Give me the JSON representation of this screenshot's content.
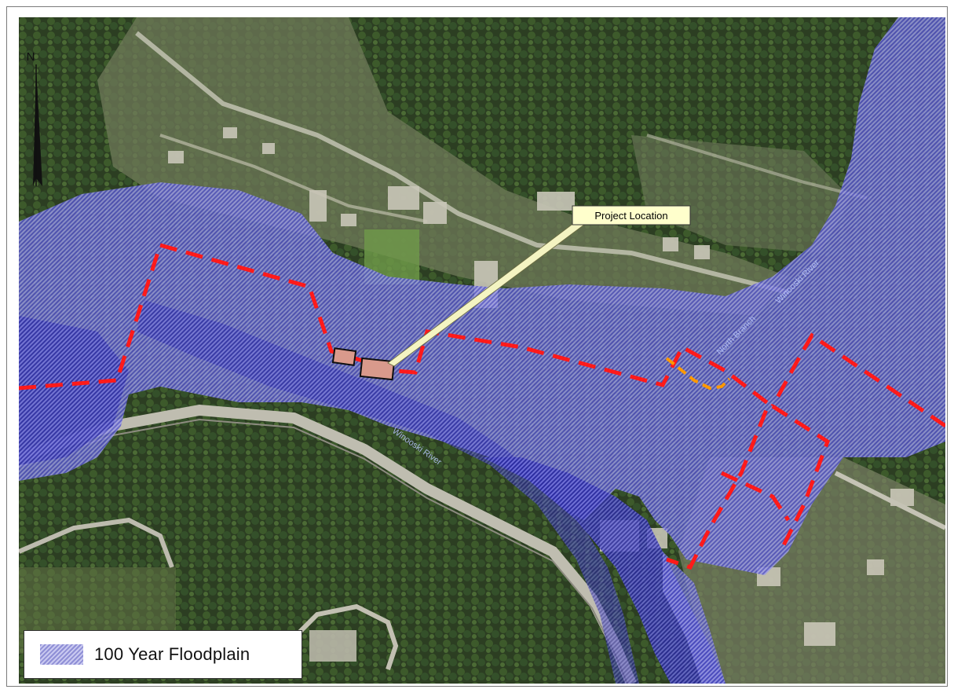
{
  "map": {
    "callout_label": "Project Location",
    "north_label": "N",
    "river_labels": {
      "north_branch": "North Branch",
      "winooski_upper": "Winooski River",
      "winooski_lower": "Winooski River"
    }
  },
  "legend": {
    "items": [
      {
        "label": "100 Year Floodplain",
        "swatch": "hatched-blue",
        "color": "#8f8fd6"
      }
    ]
  },
  "colors": {
    "floodplain": "#4e4ec8",
    "boundary": "#ff1a1a",
    "orange_line": "#ff9900",
    "project_parcel": "#d99a8c",
    "callout_fill": "#ffffcc"
  }
}
